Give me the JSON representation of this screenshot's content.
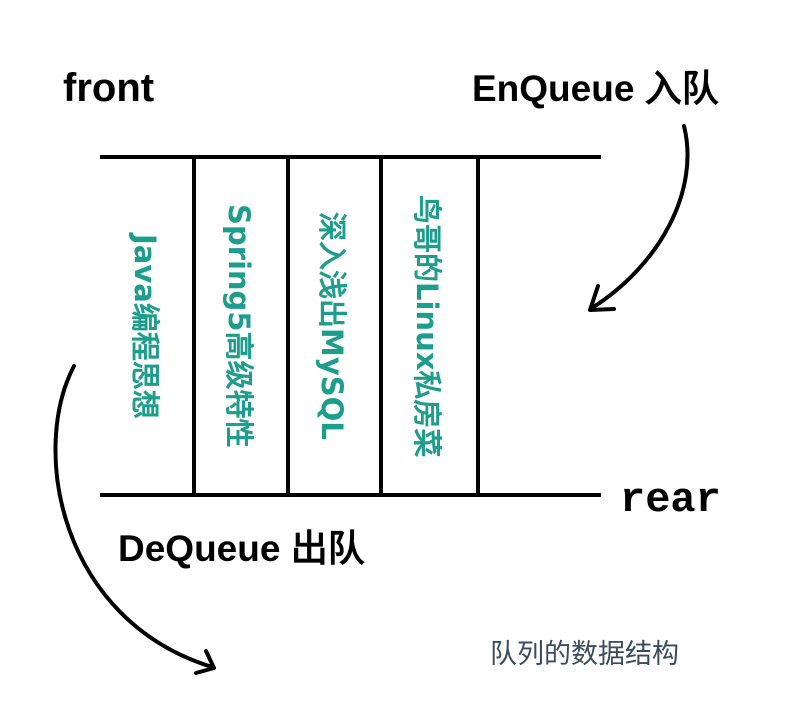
{
  "labels": {
    "front": "front",
    "rear": "rear",
    "enqueue": "EnQueue 入队",
    "dequeue": "DeQueue 出队",
    "caption": "队列的数据结构"
  },
  "queue_items": [
    "Java编程思想",
    "Spring5高级特性",
    "深入浅出MySQL",
    "鸟哥的Linux私房菜"
  ],
  "colors": {
    "item_text": "#1d9d8c",
    "caption": "#3b4a5c",
    "lines": "#000000"
  }
}
